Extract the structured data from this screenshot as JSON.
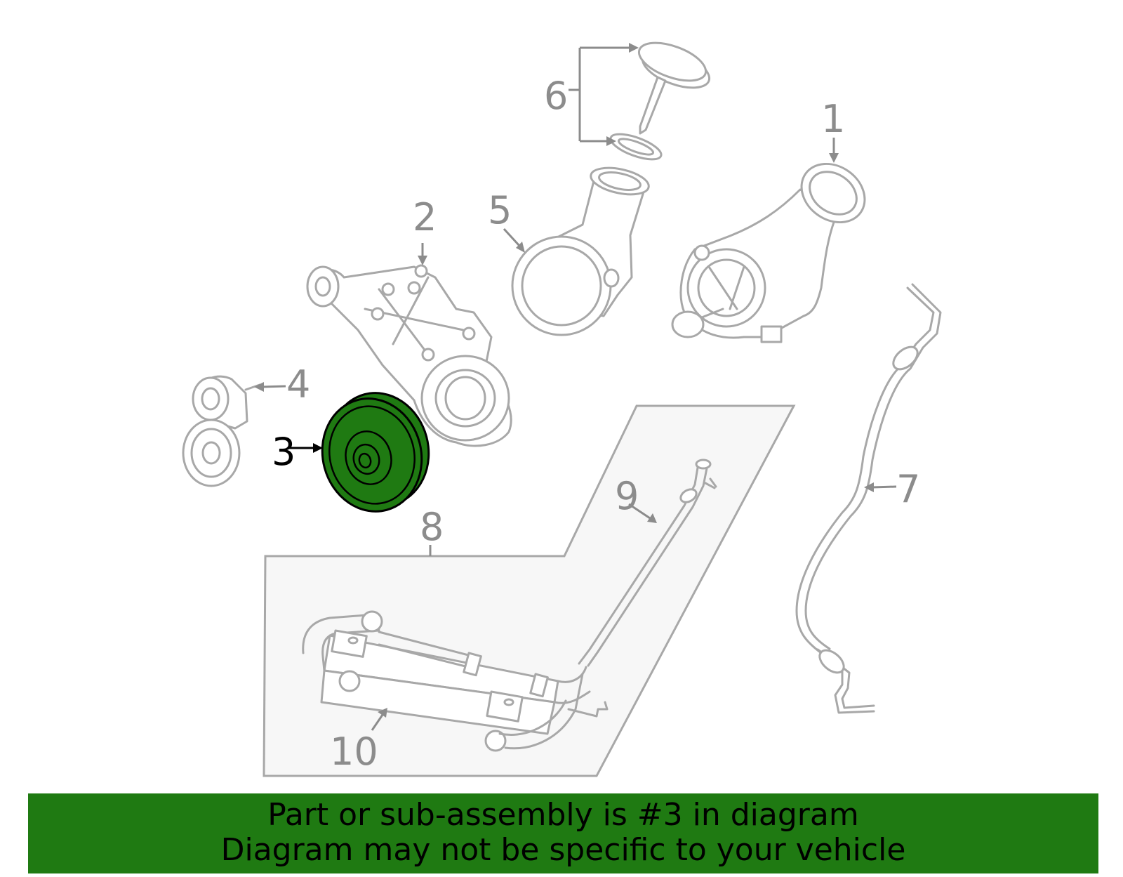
{
  "callouts": {
    "c1": "1",
    "c2": "2",
    "c3": "3",
    "c4": "4",
    "c5": "5",
    "c6": "6",
    "c7": "7",
    "c8": "8",
    "c9": "9",
    "c10": "10"
  },
  "highlighted_part": "3",
  "banner": {
    "line1": "Part or sub-assembly is #3 in diagram",
    "line2": "Diagram may not be specific to your vehicle"
  },
  "colors": {
    "highlight": "#1f7a12",
    "line": "#a8a8a8",
    "label": "#8c8c8c"
  }
}
